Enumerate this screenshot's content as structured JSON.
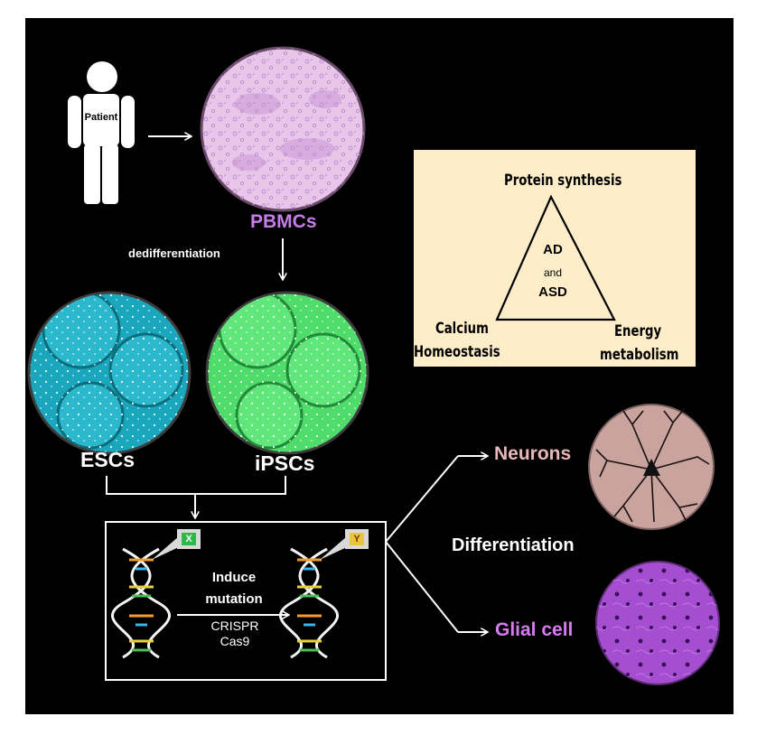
{
  "labels": {
    "patient": "Patient",
    "pbmcs": "PBMCs",
    "dedifferentiation": "dedifferentiation",
    "escs": "ESCs",
    "ipscs": "iPSCs",
    "induce_mutation_line1": "Induce",
    "induce_mutation_line2": "mutation",
    "crispr_line1": "CRISPR",
    "crispr_line2": "Cas9",
    "gene_x": "X",
    "gene_y": "Y",
    "differentiation": "Differentiation",
    "neurons": "Neurons",
    "glial_cell": "Glial cell"
  },
  "triangle_panel": {
    "top": "Protein synthesis",
    "left_line1": "Calcium",
    "left_line2": "Homeostasis",
    "right_line1": "Energy",
    "right_line2": "metabolism",
    "center_top": "AD",
    "center_mid": "and",
    "center_bottom": "ASD"
  },
  "colors": {
    "background": "#000000",
    "pbmc_label": "#c77de8",
    "neurons_label": "#e7b7ba",
    "glial_label": "#d77bf2",
    "panel_bg": "#fdeec9",
    "esc_fill": "#1aa7bd",
    "ipsc_fill": "#4fdc6a",
    "pbmc_fill": "#e7c6ea",
    "neuron_fill": "#c9a39d",
    "glial_fill": "#a64ed1"
  }
}
